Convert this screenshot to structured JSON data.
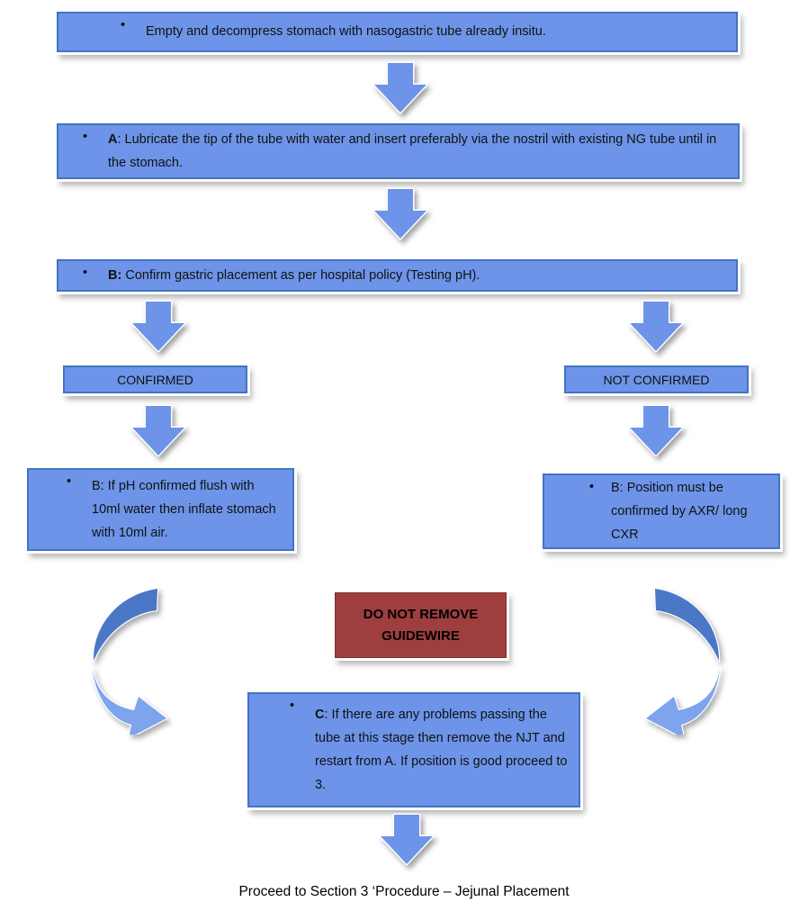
{
  "colors": {
    "box_fill": "#6D94E8",
    "box_border": "#4472C4",
    "arrow_fill": "#6D94E8",
    "curved_arrow_dark": "#4A77C6",
    "curved_arrow_light": "#7DA4EC",
    "warning_fill": "#9E3E3E",
    "text": "#111111"
  },
  "glyphs": {
    "bullet": "•"
  },
  "steps": {
    "step1": {
      "text": "Empty and decompress stomach with nasogastric tube already insitu."
    },
    "step2": {
      "prefix": "A",
      "text": ": Lubricate the tip of the tube with water and insert preferably via the nostril with existing NG tube until in the stomach."
    },
    "step3": {
      "prefix": "B:",
      "text": " Confirm gastric placement as per hospital policy (Testing pH)."
    },
    "confirmed": {
      "label": "CONFIRMED"
    },
    "not_confirmed": {
      "label": "NOT CONFIRMED"
    },
    "confirmed_action": {
      "text": "B: If pH confirmed flush with 10ml water then inflate stomach with 10ml air."
    },
    "not_confirmed_action": {
      "text": "B: Position must be confirmed by AXR/ long CXR"
    },
    "warning": {
      "line1": "DO NOT REMOVE",
      "line2": "GUIDEWIRE"
    },
    "stepC": {
      "prefix": "C",
      "text": ": If there are any problems passing the tube at this stage then remove the NJT and restart from A.  If position is good proceed to 3."
    }
  },
  "footer": {
    "text": "Proceed to Section 3 ‘Procedure – Jejunal Placement"
  }
}
